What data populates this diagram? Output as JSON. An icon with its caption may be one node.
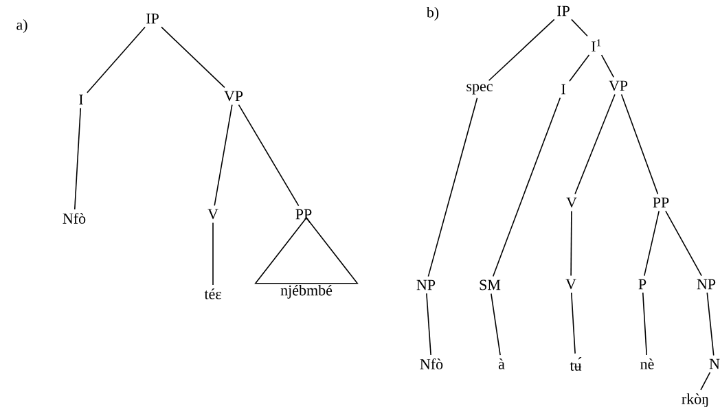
{
  "diagram": {
    "nodes": [
      {
        "text": [
          "IP"
        ]
      },
      {
        "text": [
          "I"
        ]
      },
      {
        "text": [
          "VP"
        ]
      },
      {
        "text": [
          "Nfò"
        ]
      },
      {
        "text": [
          "V"
        ]
      },
      {
        "text": [
          "PP"
        ]
      },
      {
        "text": [
          "téɛ"
        ]
      },
      {
        "text": [
          "njébmbé"
        ]
      },
      {
        "text": [
          "IP"
        ]
      },
      {
        "text": [
          "I$^{1}$"
        ]
      },
      {
        "text": [
          "spec"
        ]
      },
      {
        "text": [
          "I"
        ]
      },
      {
        "text": [
          "VP"
        ]
      },
      {
        "text": [
          "V"
        ]
      },
      {
        "text": [
          "PP"
        ]
      },
      {
        "text": [
          "NP"
        ]
      },
      {
        "text": [
          "SM"
        ]
      },
      {
        "text": [
          "V"
        ]
      },
      {
        "text": [
          "P"
        ]
      },
      {
        "text": [
          "NP"
        ]
      },
      {
        "text": [
          "Nfò"
        ]
      },
      {
        "text": [
          "à"
        ]
      },
      {
        "text": [
          "tʉ́"
        ]
      },
      {
        "text": [
          "nè"
        ]
      },
      {
        "text": [
          "N"
        ]
      },
      {
        "text": [
          "rkòŋ"
        ]
      }
    ],
    "edges": [
      {
        "from": 0,
        "to": 1,
        "arrow": "none"
      },
      {
        "from": 0,
        "to": 2,
        "arrow": "none"
      },
      {
        "from": 1,
        "to": 3,
        "arrow": "none"
      },
      {
        "from": 2,
        "to": 4,
        "arrow": "none"
      },
      {
        "from": 2,
        "to": 5,
        "arrow": "none"
      },
      {
        "from": 4,
        "to": 6,
        "arrow": "none"
      },
      {
        "from": 5,
        "to": 7,
        "arrow": "none"
      },
      {
        "from": 8,
        "to": 10,
        "arrow": "none"
      },
      {
        "from": 8,
        "to": 9,
        "arrow": "none"
      },
      {
        "from": 9,
        "to": 11,
        "arrow": "none"
      },
      {
        "from": 9,
        "to": 12,
        "arrow": "none"
      },
      {
        "from": 10,
        "to": 15,
        "arrow": "none"
      },
      {
        "from": 11,
        "to": 16,
        "arrow": "none"
      },
      {
        "from": 12,
        "to": 13,
        "arrow": "none"
      },
      {
        "from": 12,
        "to": 14,
        "arrow": "none"
      },
      {
        "from": 13,
        "to": 17,
        "arrow": "none"
      },
      {
        "from": 14,
        "to": 18,
        "arrow": "none"
      },
      {
        "from": 14,
        "to": 19,
        "arrow": "none"
      },
      {
        "from": 15,
        "to": 20,
        "arrow": "none"
      },
      {
        "from": 16,
        "to": 21,
        "arrow": "none"
      },
      {
        "from": 17,
        "to": 22,
        "arrow": "none"
      },
      {
        "from": 18,
        "to": 23,
        "arrow": "none"
      },
      {
        "from": 19,
        "to": 24,
        "arrow": "none"
      },
      {
        "from": 24,
        "to": 25,
        "arrow": "none"
      }
    ],
    "labels": [
      "a)",
      "b)"
    ]
  }
}
